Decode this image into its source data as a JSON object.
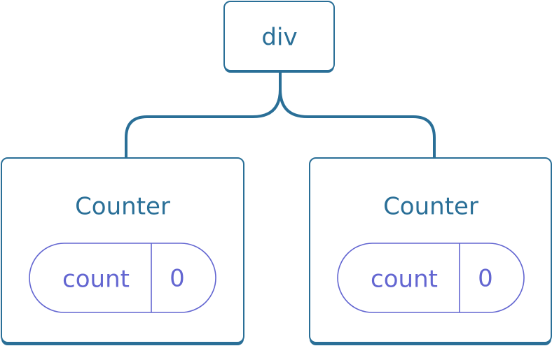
{
  "root": {
    "label": "div"
  },
  "children": [
    {
      "label": "Counter",
      "state": {
        "name": "count",
        "value": "0"
      }
    },
    {
      "label": "Counter",
      "state": {
        "name": "count",
        "value": "0"
      }
    }
  ],
  "colors": {
    "node_stroke": "#2a6f97",
    "node_text": "#2a6f97",
    "state_stroke": "#6366d1",
    "state_text": "#6366d1",
    "background": "#ffffff"
  }
}
